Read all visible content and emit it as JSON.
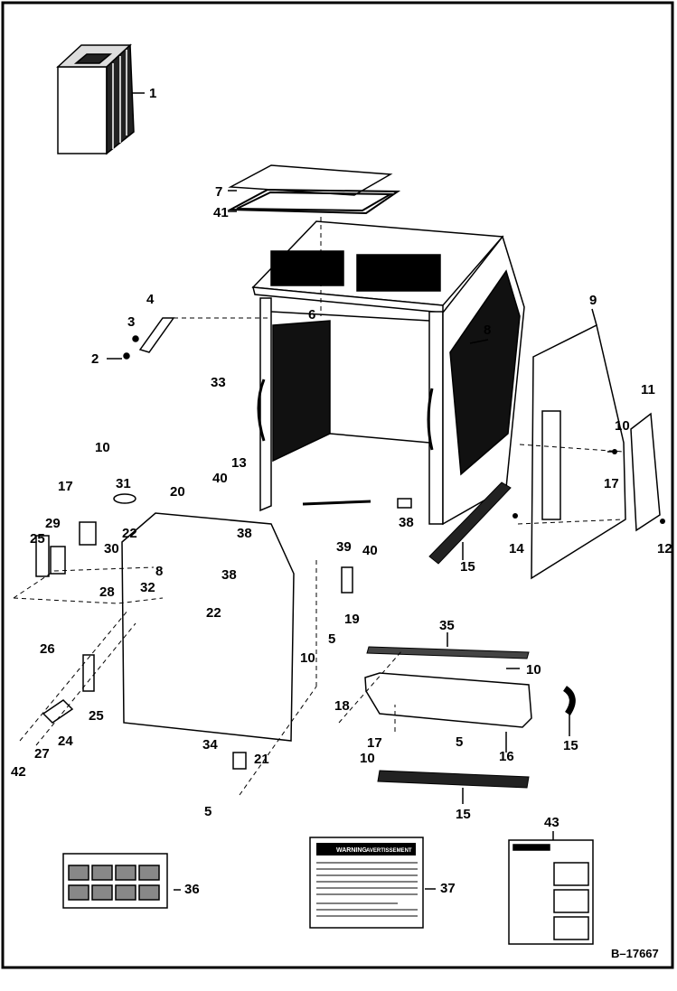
{
  "diagram": {
    "figure_id": "B–17667",
    "parts": [
      {
        "id": "1",
        "label": "1"
      },
      {
        "id": "2",
        "label": "2"
      },
      {
        "id": "3",
        "label": "3"
      },
      {
        "id": "4",
        "label": "4"
      },
      {
        "id": "5a",
        "label": "5"
      },
      {
        "id": "5b",
        "label": "5"
      },
      {
        "id": "5c",
        "label": "5"
      },
      {
        "id": "6",
        "label": "6"
      },
      {
        "id": "7",
        "label": "7"
      },
      {
        "id": "8a",
        "label": "8"
      },
      {
        "id": "8b",
        "label": "8"
      },
      {
        "id": "9",
        "label": "9"
      },
      {
        "id": "10a",
        "label": "10"
      },
      {
        "id": "10b",
        "label": "10"
      },
      {
        "id": "10c",
        "label": "10"
      },
      {
        "id": "10d",
        "label": "10"
      },
      {
        "id": "10e",
        "label": "10"
      },
      {
        "id": "11",
        "label": "11"
      },
      {
        "id": "12",
        "label": "12"
      },
      {
        "id": "13",
        "label": "13"
      },
      {
        "id": "14",
        "label": "14"
      },
      {
        "id": "15a",
        "label": "15"
      },
      {
        "id": "15b",
        "label": "15"
      },
      {
        "id": "15c",
        "label": "15"
      },
      {
        "id": "16",
        "label": "16"
      },
      {
        "id": "17a",
        "label": "17"
      },
      {
        "id": "17b",
        "label": "17"
      },
      {
        "id": "17c",
        "label": "17"
      },
      {
        "id": "18",
        "label": "18"
      },
      {
        "id": "19",
        "label": "19"
      },
      {
        "id": "20",
        "label": "20"
      },
      {
        "id": "21",
        "label": "21"
      },
      {
        "id": "22a",
        "label": "22"
      },
      {
        "id": "22b",
        "label": "22"
      },
      {
        "id": "24",
        "label": "24"
      },
      {
        "id": "25a",
        "label": "25"
      },
      {
        "id": "25b",
        "label": "25"
      },
      {
        "id": "26",
        "label": "26"
      },
      {
        "id": "27",
        "label": "27"
      },
      {
        "id": "28",
        "label": "28"
      },
      {
        "id": "29",
        "label": "29"
      },
      {
        "id": "30",
        "label": "30"
      },
      {
        "id": "31",
        "label": "31"
      },
      {
        "id": "32",
        "label": "32"
      },
      {
        "id": "33",
        "label": "33"
      },
      {
        "id": "34",
        "label": "34"
      },
      {
        "id": "35",
        "label": "35"
      },
      {
        "id": "36",
        "label": "36"
      },
      {
        "id": "37",
        "label": "37"
      },
      {
        "id": "38a",
        "label": "38"
      },
      {
        "id": "38b",
        "label": "38"
      },
      {
        "id": "38c",
        "label": "38"
      },
      {
        "id": "39",
        "label": "39"
      },
      {
        "id": "40a",
        "label": "40"
      },
      {
        "id": "40b",
        "label": "40"
      },
      {
        "id": "41",
        "label": "41"
      },
      {
        "id": "42",
        "label": "42"
      },
      {
        "id": "43",
        "label": "43"
      }
    ],
    "decal_warning": {
      "header_en": "WARNING",
      "header_fr": "AVERTISSEMENT"
    }
  }
}
